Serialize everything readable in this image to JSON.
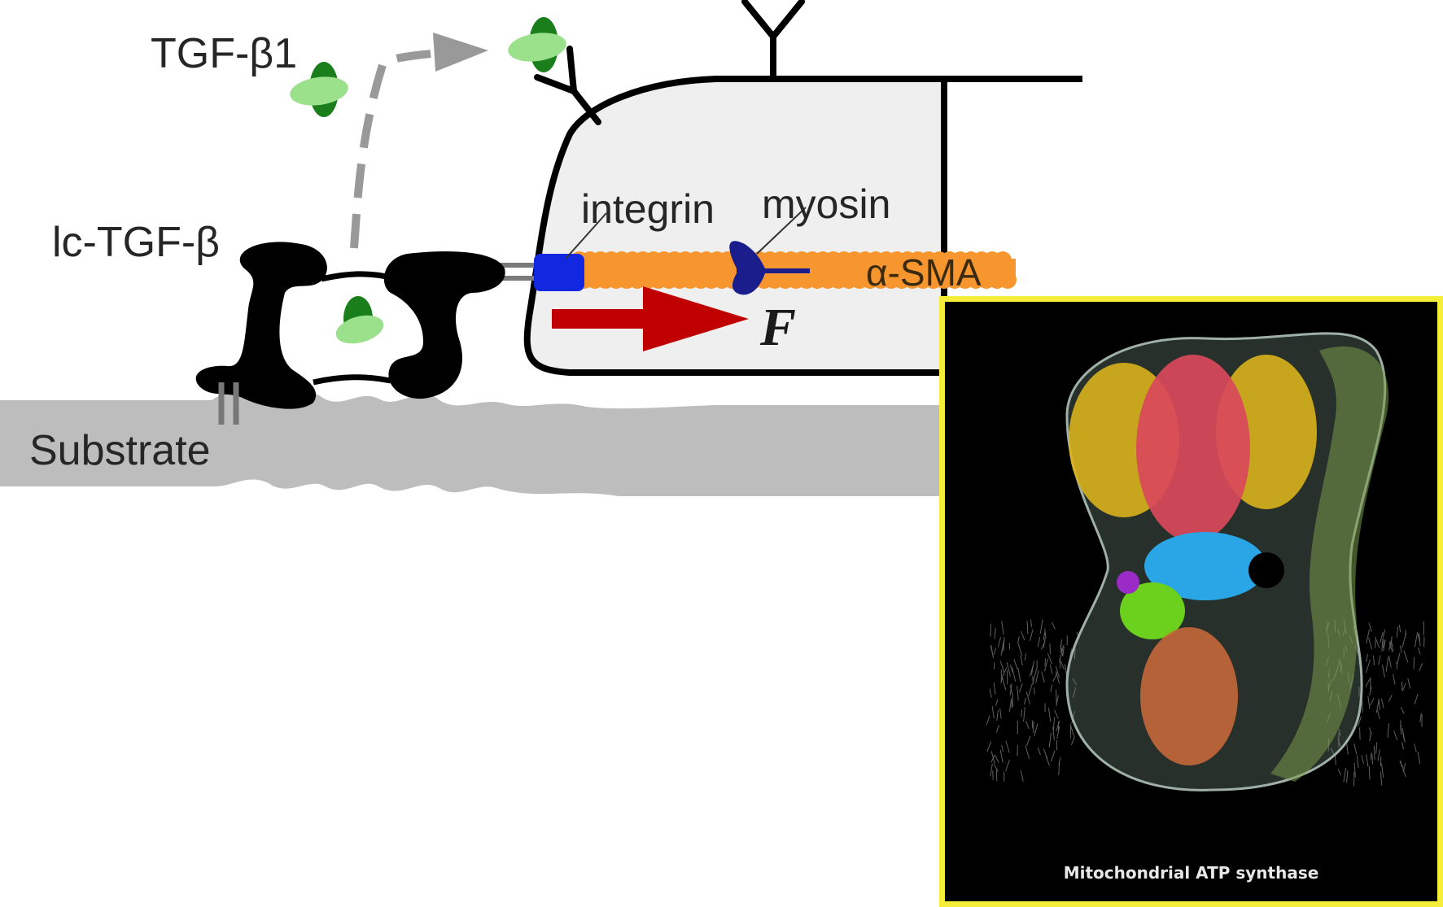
{
  "labels": {
    "tgf_beta1": "TGF-β1",
    "lc_tgf_beta": "lc-TGF-β",
    "substrate": "Substrate",
    "integrin": "integrin",
    "myosin": "myosin",
    "alpha_sma": "α-SMA",
    "force": "F"
  },
  "inset": {
    "caption": "Mitochondrial ATP synthase"
  },
  "colors": {
    "cell_fill": "#efefef",
    "substrate": "#bdbdbd",
    "actin": "#f7962f",
    "integrin": "#1227e0",
    "myosin": "#1a1d8c",
    "force_arrow": "#c00000",
    "tgf_dark": "#1a7f1a",
    "tgf_light": "#9be08a",
    "inset_border": "#f5ef3a"
  }
}
